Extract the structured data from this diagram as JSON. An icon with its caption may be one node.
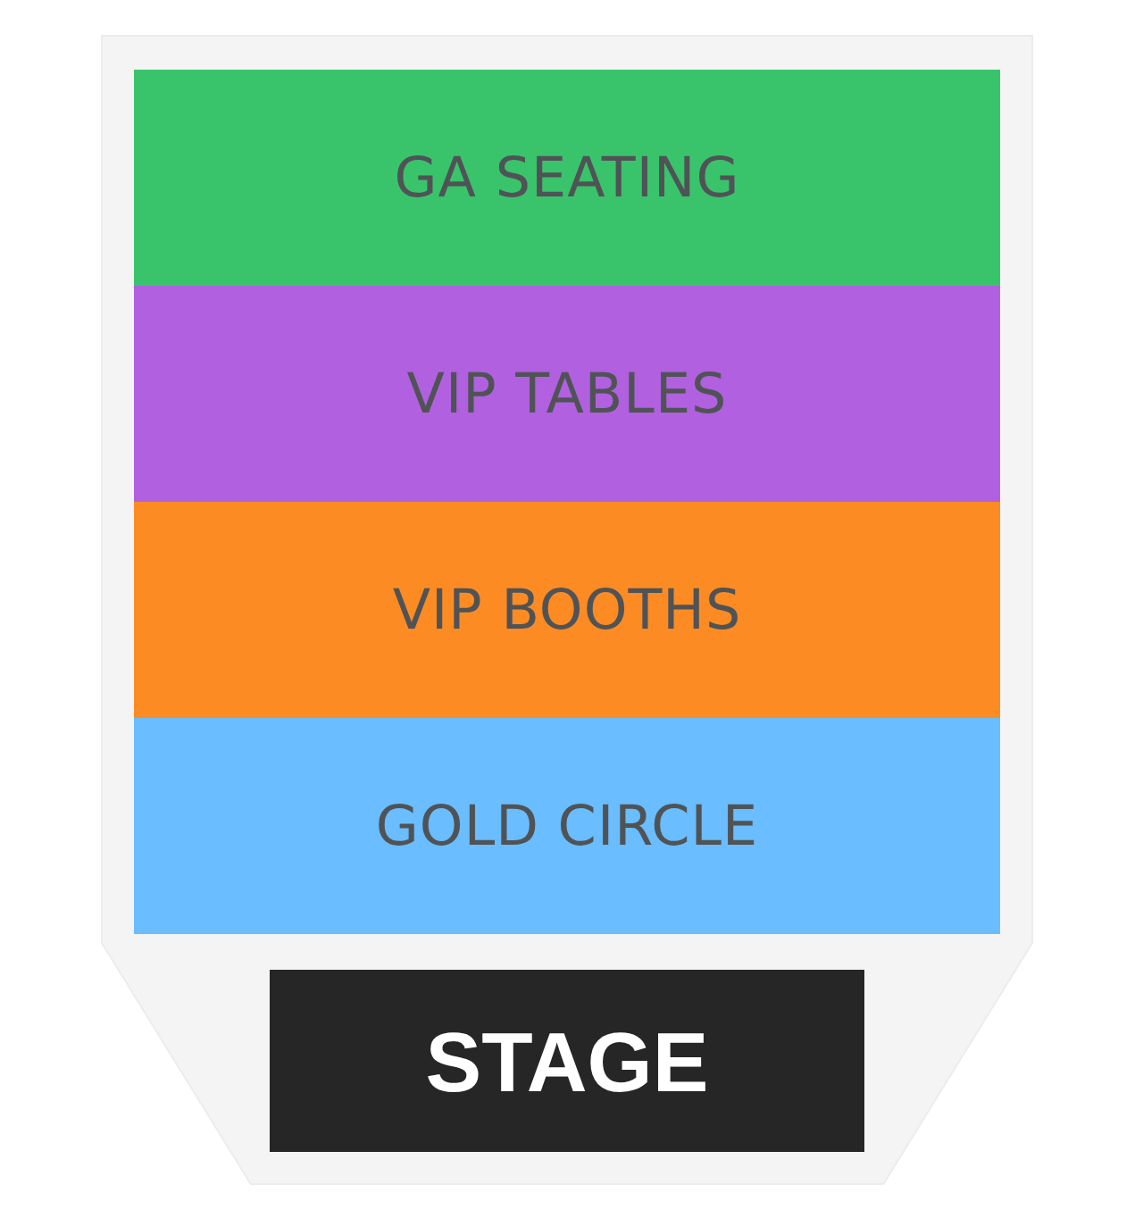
{
  "diagram": {
    "nodes": [
      {
        "text": [],
        "shape": "hexagon"
      },
      {
        "text": [
          "GA SEATING"
        ],
        "in": 0
      },
      {
        "text": [
          "VIP TABLES"
        ],
        "in": 0
      },
      {
        "text": [
          "VIP BOOTHS"
        ],
        "in": 0
      },
      {
        "text": [
          "GOLD CIRCLE"
        ],
        "in": 0
      },
      {
        "text": [
          "STAGE"
        ],
        "in": 0
      }
    ]
  }
}
